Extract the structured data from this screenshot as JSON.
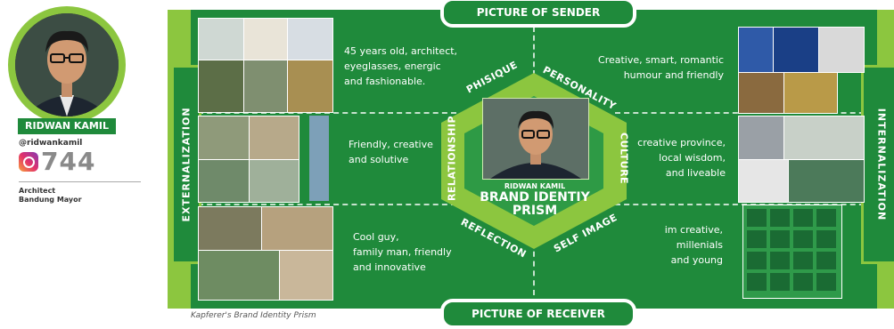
{
  "profile": {
    "name": "RIDWAN KAMIL",
    "handle": "@ridwankamil",
    "count": "744",
    "roles": [
      "Architect",
      "Bandung Mayor"
    ]
  },
  "prism": {
    "top_label": "PICTURE OF SENDER",
    "bottom_label": "PICTURE OF RECEIVER",
    "left_label": "EXTERNALIZATION",
    "right_label": "INTERNALIZATION",
    "center_name": "RIDWAN KAMIL",
    "center_title_1": "BRAND IDENTIY",
    "center_title_2": "PRISM",
    "facets": {
      "physique": "PHISIQUE",
      "personality": "PERSONALITY",
      "relationship": "RELATIONSHIP",
      "culture": "CULTURE",
      "reflection": "REFLECTION",
      "self_image": "SELF IMAGE"
    },
    "text": {
      "physique": [
        "45 years old, architect,",
        "eyeglasses, energic",
        "and fashionable."
      ],
      "personality": [
        "Creative, smart, romantic",
        "humour and friendly"
      ],
      "relationship": [
        "Friendly, creative",
        "and solutive"
      ],
      "culture": [
        "creative province,",
        "local wisdom,",
        "and liveable"
      ],
      "reflection": [
        "Cool guy,",
        "family man, friendly",
        "and innovative"
      ],
      "self_image": [
        "im creative,",
        "millenials",
        "and young"
      ]
    }
  },
  "caption": "Kapferer's Brand Identity Prism",
  "colors": {
    "dark_green": "#1f8a3b",
    "light_green": "#8cc63f"
  }
}
